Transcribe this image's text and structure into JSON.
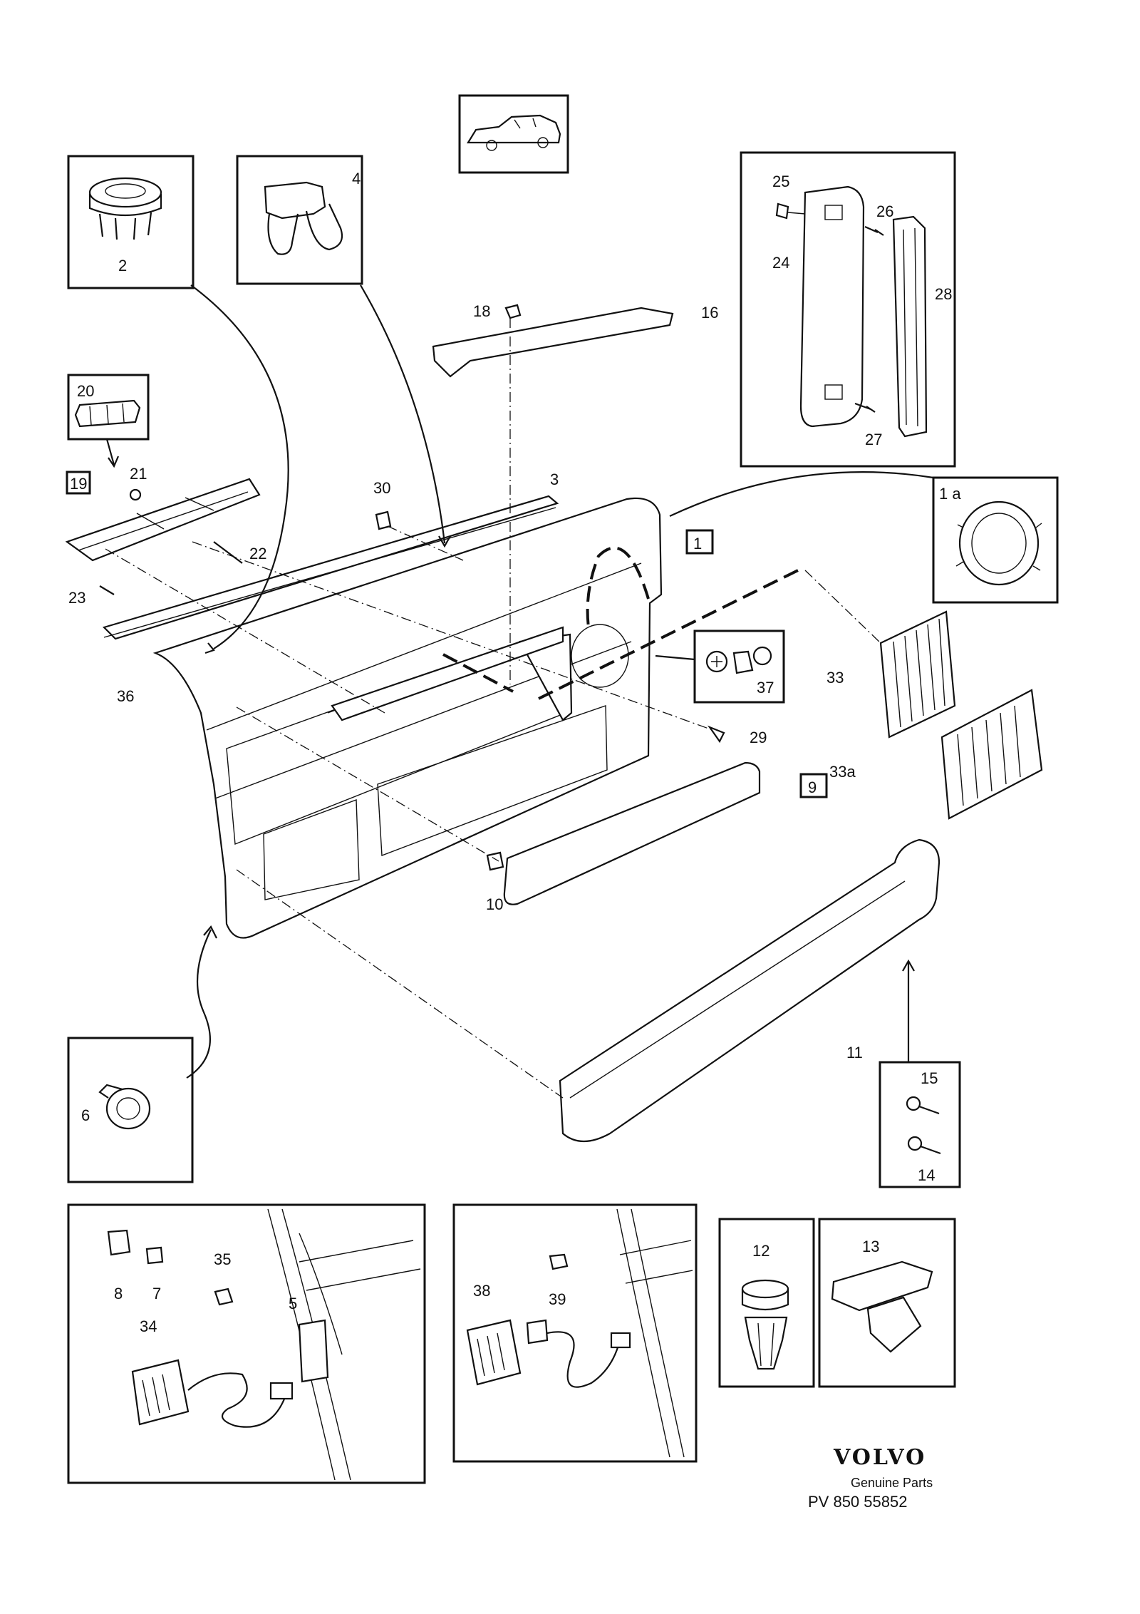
{
  "labels": {
    "l1": "1",
    "l1a": "1 a",
    "l2": "2",
    "l3": "3",
    "l4": "4",
    "l5": "5",
    "l6": "6",
    "l7": "7",
    "l8": "8",
    "l9": "9",
    "l10": "10",
    "l11": "11",
    "l12": "12",
    "l13": "13",
    "l14": "14",
    "l15": "15",
    "l16": "16",
    "l18": "18",
    "l19": "19",
    "l20": "20",
    "l21": "21",
    "l22": "22",
    "l23": "23",
    "l24": "24",
    "l25": "25",
    "l26": "26",
    "l27": "27",
    "l28": "28",
    "l29": "29",
    "l30": "30",
    "l33": "33",
    "l33a": "33a",
    "l34": "34",
    "l35": "35",
    "l36": "36",
    "l37": "37",
    "l38": "38",
    "l39": "39"
  },
  "footer": {
    "brand": "VOLVO",
    "subtitle": "Genuine Parts",
    "code": "PV  850 55852"
  }
}
